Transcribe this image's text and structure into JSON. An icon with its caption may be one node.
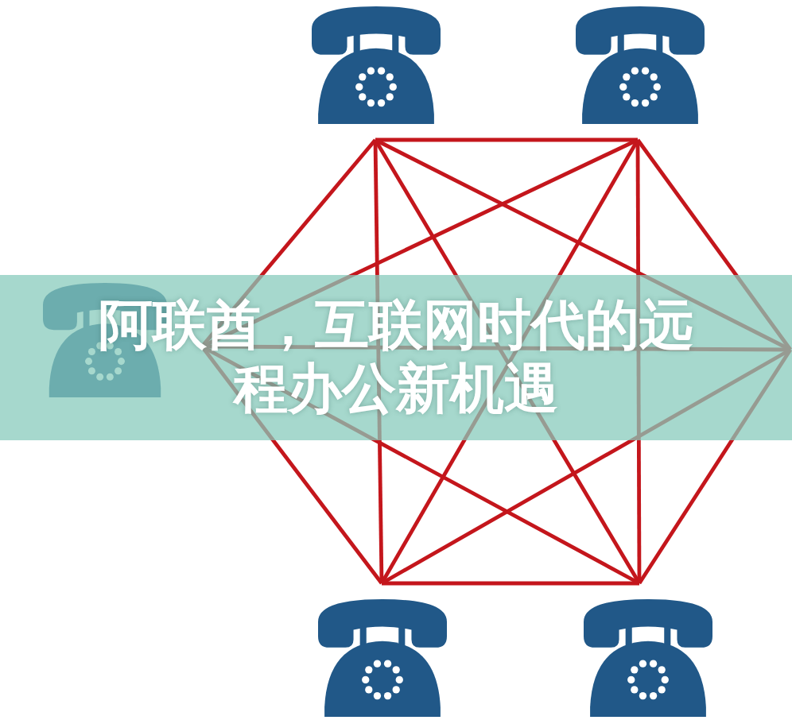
{
  "diagram": {
    "title": "阿联酋，互联网时代的远程办公新机遇",
    "nodes": [
      {
        "text": [],
        "shape": "telephone"
      },
      {
        "text": [],
        "shape": "telephone"
      },
      {
        "text": [],
        "shape": "telephone"
      },
      {
        "text": [],
        "shape": "telephone"
      },
      {
        "text": [],
        "shape": "telephone"
      }
    ],
    "edges": [
      {
        "from": 0,
        "to": 1,
        "arrow": "none"
      },
      {
        "from": 0,
        "to": 2,
        "arrow": "none"
      },
      {
        "from": 0,
        "to": 3,
        "arrow": "none"
      },
      {
        "from": 0,
        "to": 4,
        "arrow": "none"
      },
      {
        "from": 0,
        "to": null,
        "arrow": "none"
      },
      {
        "from": 1,
        "to": 2,
        "arrow": "none"
      },
      {
        "from": 1,
        "to": 3,
        "arrow": "none"
      },
      {
        "from": 1,
        "to": 4,
        "arrow": "none"
      },
      {
        "from": 1,
        "to": null,
        "arrow": "none"
      },
      {
        "from": 2,
        "to": 3,
        "arrow": "none"
      },
      {
        "from": 2,
        "to": 4,
        "arrow": "none"
      },
      {
        "from": 2,
        "to": null,
        "arrow": "none"
      },
      {
        "from": 3,
        "to": 4,
        "arrow": "none"
      },
      {
        "from": 3,
        "to": null,
        "arrow": "none"
      },
      {
        "from": 4,
        "to": null,
        "arrow": "none"
      }
    ]
  }
}
